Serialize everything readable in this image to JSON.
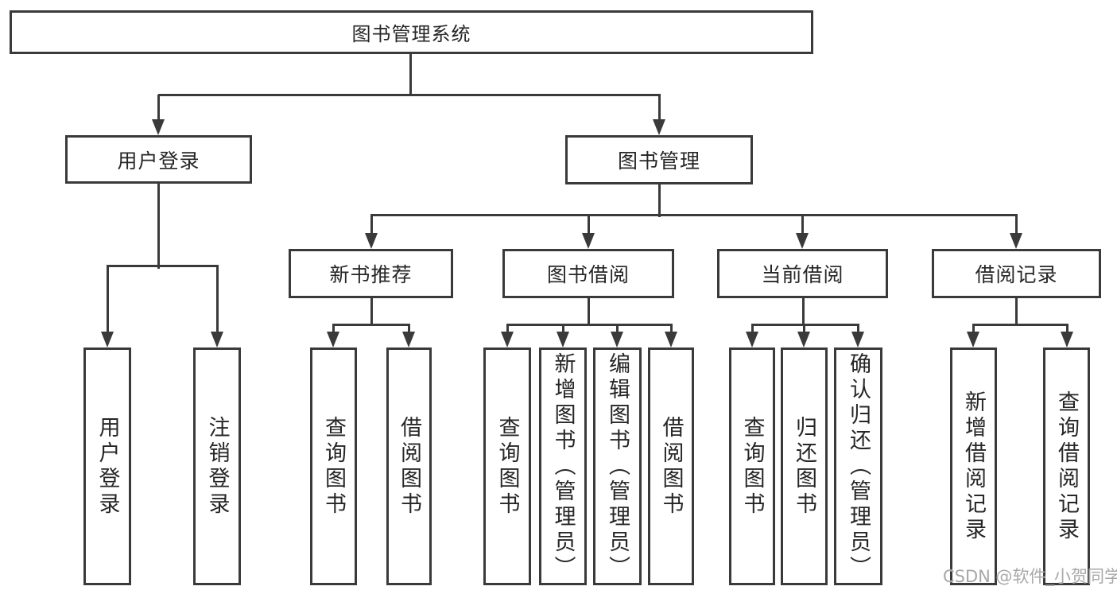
{
  "watermark": "CSDN @软件_小贺同学",
  "colors": {
    "line": "#3a3a3a",
    "text": "#262626",
    "background": "#ffffff",
    "watermark_gray": "#a8a8a8"
  },
  "tree": {
    "label": "图书管理系统",
    "children": [
      {
        "label": "用户登录",
        "children": [
          {
            "label": "用户登录"
          },
          {
            "label": "注销登录"
          }
        ]
      },
      {
        "label": "图书管理",
        "children": [
          {
            "label": "新书推荐",
            "children": [
              {
                "label": "查询图书"
              },
              {
                "label": "借阅图书"
              }
            ]
          },
          {
            "label": "图书借阅",
            "children": [
              {
                "label": "查询图书"
              },
              {
                "label": "新增图书（管理员）"
              },
              {
                "label": "编辑图书（管理员）"
              },
              {
                "label": "借阅图书"
              }
            ]
          },
          {
            "label": "当前借阅",
            "children": [
              {
                "label": "查询图书"
              },
              {
                "label": "归还图书"
              },
              {
                "label": "确认归还（管理员）"
              }
            ]
          },
          {
            "label": "借阅记录",
            "children": [
              {
                "label": "新增借阅记录"
              },
              {
                "label": "查询借阅记录"
              }
            ]
          }
        ]
      }
    ]
  }
}
